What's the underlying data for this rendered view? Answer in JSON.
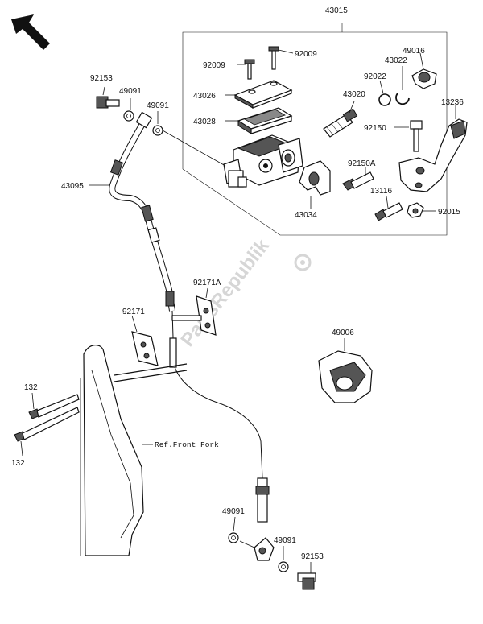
{
  "labels": {
    "l43015": "43015",
    "l92009a": "92009",
    "l92009b": "92009",
    "l49016": "49016",
    "l43022": "43022",
    "l92022": "92022",
    "l43026": "43026",
    "l43020": "43020",
    "l13236": "13236",
    "l43028": "43028",
    "l92150": "92150",
    "l92150A": "92150A",
    "l43034": "43034",
    "l13116": "13116",
    "l92015": "92015",
    "l92153a": "92153",
    "l49091a": "49091",
    "l49091b": "49091",
    "l43095": "43095",
    "l92171A": "92171A",
    "l92171": "92171",
    "l49006": "49006",
    "l132a": "132",
    "l132b": "132",
    "l49091c": "49091",
    "l49091d": "49091",
    "l92153b": "92153"
  },
  "ref_front_fork": "Ref.Front Fork",
  "watermark": "PartsRepublik"
}
